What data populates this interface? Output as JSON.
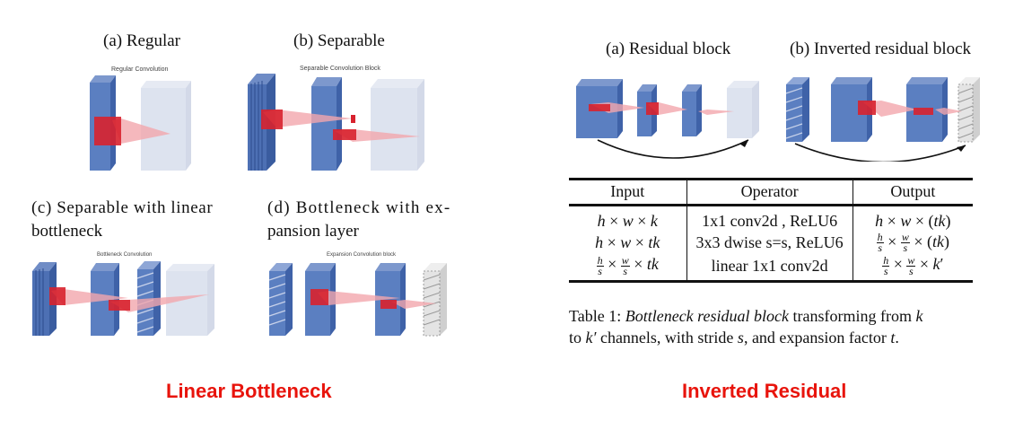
{
  "left": {
    "panels": [
      {
        "caption": "(a) Regular",
        "title": "Regular Convolution"
      },
      {
        "caption": "(b) Separable",
        "title": "Separable Convolution Block"
      },
      {
        "caption_line1": "(c) Separable with linear",
        "caption_line2": "bottleneck",
        "title": "Bottleneck Convolution"
      },
      {
        "caption_line1": "(d) Bottleneck with ex-",
        "caption_line2": "pansion layer",
        "title": "Expansion Convolution block"
      }
    ],
    "bottom_label": "Linear Bottleneck"
  },
  "right": {
    "panels": [
      {
        "caption": "(a) Residual block"
      },
      {
        "caption": "(b) Inverted residual block"
      }
    ],
    "table": {
      "headers": [
        "Input",
        "Operator",
        "Output"
      ],
      "rows": [
        {
          "operator": "1x1 conv2d , ReLU6"
        },
        {
          "operator": "3x3 dwise s=s, ReLU6"
        },
        {
          "operator": "linear 1x1 conv2d"
        }
      ]
    },
    "caption": {
      "prefix": "Table 1: ",
      "emph": "Bottleneck residual block",
      "rest1": " transforming from ",
      "rest2": "to ",
      "rest3": " channels, with stride ",
      "rest4": ", and expansion factor ",
      "rest5": "."
    },
    "bottom_label": "Inverted Residual"
  },
  "colors": {
    "block_blue": "#5b7fc1",
    "block_light": "#dde3ef",
    "kernel_red": "#d8222e",
    "label_red": "#e8140c"
  }
}
